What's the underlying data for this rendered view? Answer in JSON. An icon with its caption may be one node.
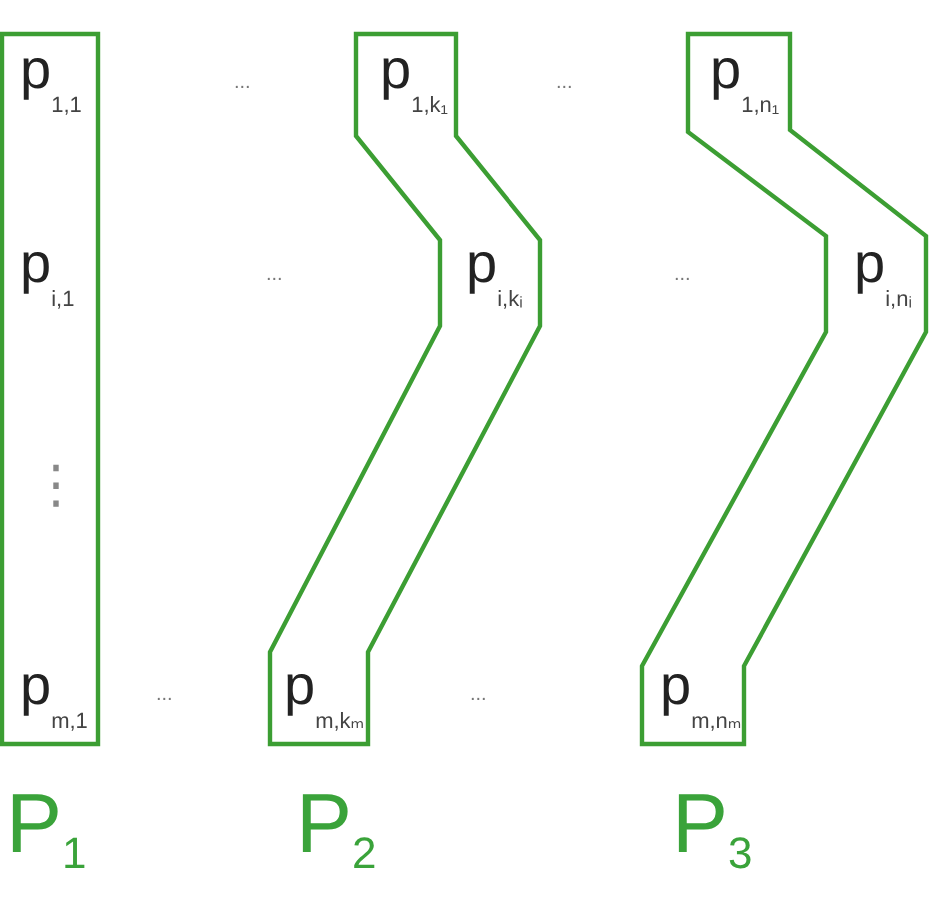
{
  "diagram": {
    "nodes": [
      {
        "text": [
          "p$_{1,1}$",
          "p$_{i,1}$",
          "⋮",
          "p$_{m,1}$",
          "P$_{1}$"
        ]
      },
      {
        "text": [
          "p$_{1,k₁}$",
          "p$_{i,kᵢ}$",
          "p$_{m,kₘ}$",
          "P$_{2}$"
        ]
      },
      {
        "text": [
          "p$_{1,n₁}$",
          "p$_{i,nᵢ}$",
          "p$_{m,nₘ}$",
          "P$_{3}$"
        ]
      }
    ],
    "labels": [
      "...",
      "...",
      "...",
      "...",
      "...",
      "..."
    ]
  }
}
